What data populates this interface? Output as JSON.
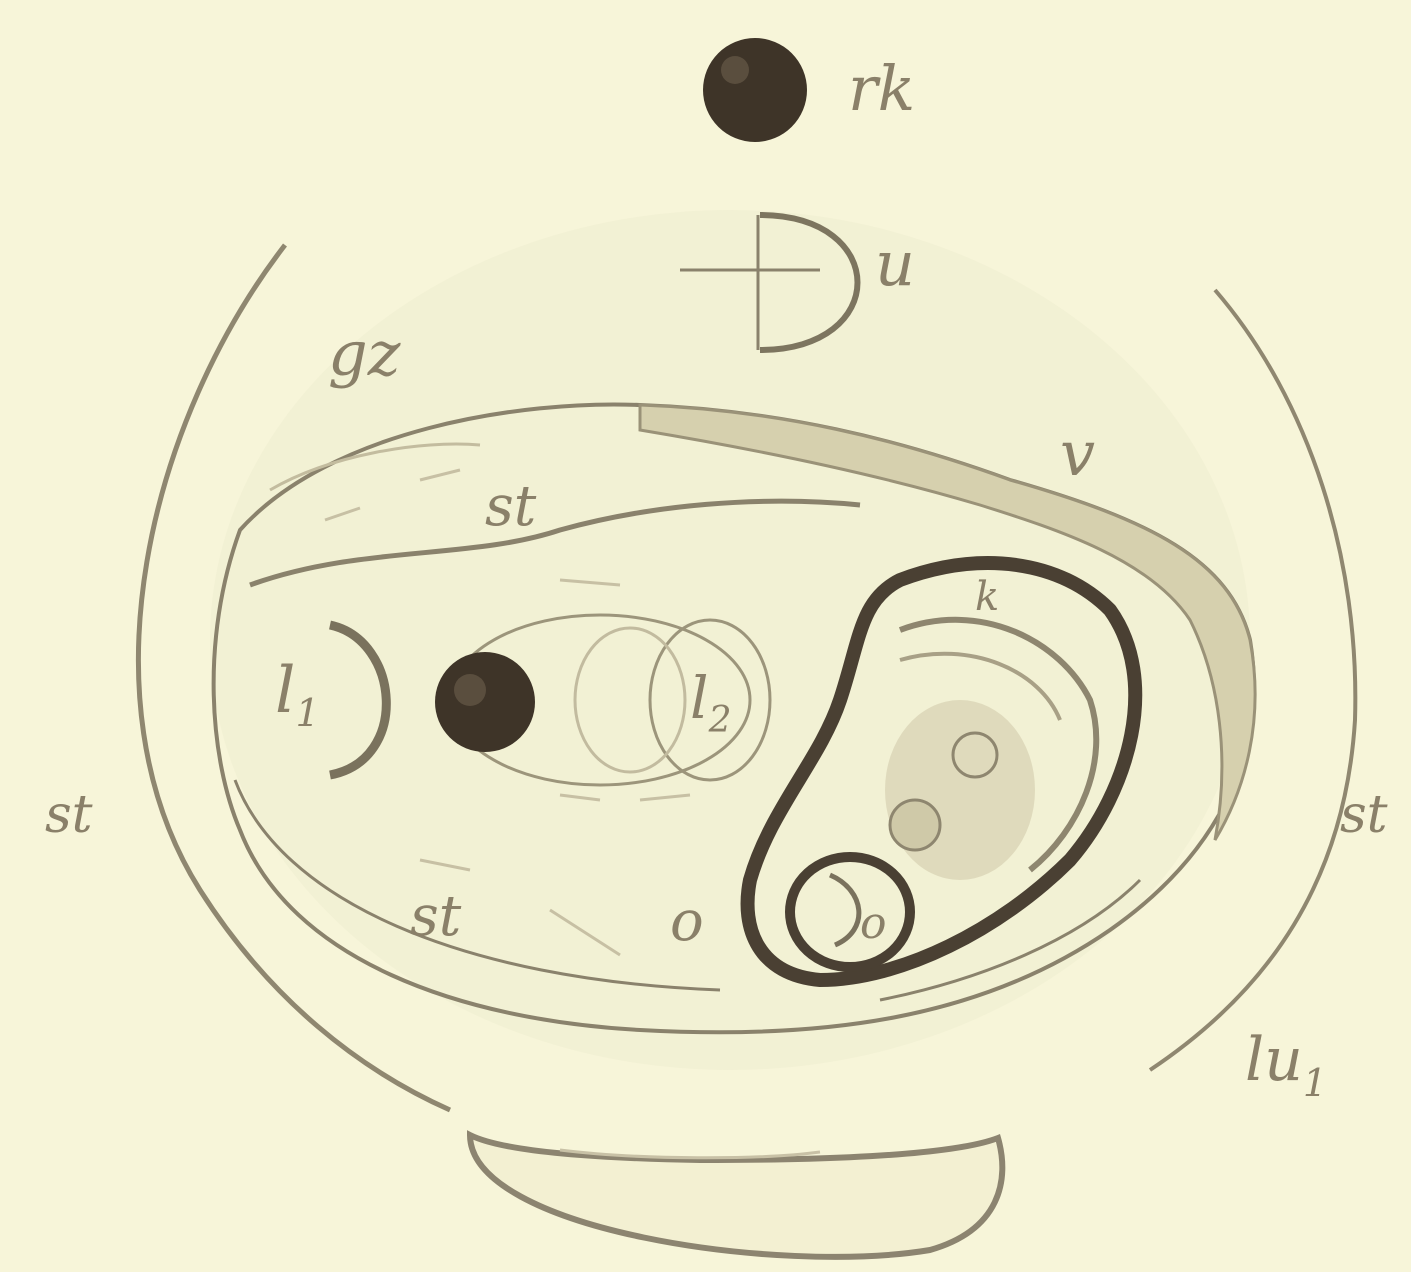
{
  "colors": {
    "paper": "#f7f5d9",
    "ink": "#6f6654",
    "ink_light": "#b9b39a",
    "dark_fill": "#3e3428",
    "shade": "#d8d2b0"
  },
  "labels": {
    "rk": "rk",
    "u": "u",
    "gz": "gz",
    "st_top": "st",
    "st_left": "st",
    "st_right": "st",
    "st_bottom": "st",
    "l1": "l",
    "l1_sub": "1",
    "l2": "l",
    "l2_sub": "2",
    "v": "v",
    "o_right": "o",
    "o_bottom": "o",
    "lu1": "lu",
    "lu1_sub": "1",
    "k": "k"
  }
}
